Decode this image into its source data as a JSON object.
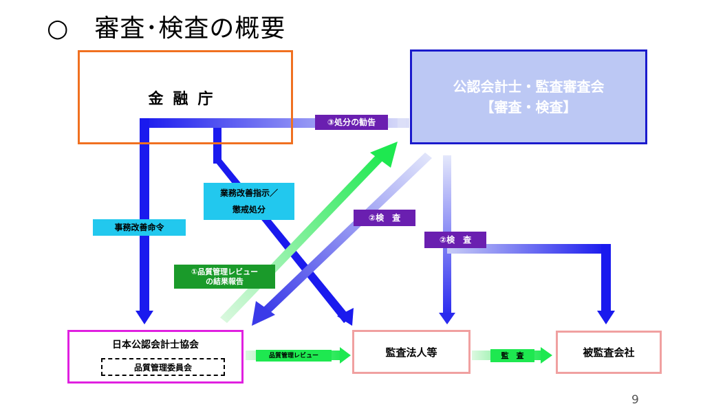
{
  "title": "○　審査･検査の概要",
  "page_number": "9",
  "boxes": {
    "fsa": "金融庁",
    "cpaaob_line1": "公認会計士・監査審査会",
    "cpaaob_line2": "【審査・検査】",
    "jicpa": "日本公認会計士協会",
    "qc_committee": "品質管理委員会",
    "audit_firm": "監査法人等",
    "auditee": "被監査会社"
  },
  "labels": {
    "disposition_recommendation": "③処分の勧告",
    "business_improvement_line1": "業務改善指示／",
    "business_improvement_line2": "懲戒処分",
    "business_improvement_order": "事務改善命令",
    "inspection_firm": "②検　査",
    "inspection_company": "②検　査",
    "qc_review_report_line1": "①品質管理レビュー",
    "qc_review_report_line2": "の結果報告",
    "qc_review": "品質管理レビュー",
    "audit": "監　査"
  },
  "colors": {
    "fsa_border": "#f07020",
    "cpaaob_border": "#1a1acc",
    "cpaaob_fill": "#bcc8f4",
    "jicpa_border": "#e020e0",
    "firm_border": "#f0a0a0",
    "arrow_blue": "#1a1aee",
    "arrow_green": "#1ee850",
    "label_cyan": "#22c8ee",
    "label_purple": "#6a1fb0",
    "label_green": "#1a9a2a"
  }
}
